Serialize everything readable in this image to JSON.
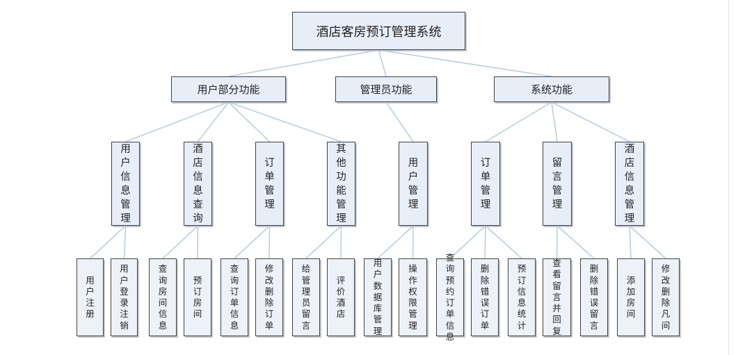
{
  "diagram": {
    "root": {
      "id": "root",
      "label": "酒店客房预订管理系统"
    },
    "level1": [
      {
        "id": "user",
        "label": "用户部分功能"
      },
      {
        "id": "admin",
        "label": "管理员功能"
      },
      {
        "id": "system",
        "label": "系统功能"
      }
    ],
    "level2": [
      {
        "id": "u1",
        "parent": "user",
        "label": "用户信息管理"
      },
      {
        "id": "u2",
        "parent": "user",
        "label": "酒店信息查询"
      },
      {
        "id": "u3",
        "parent": "user",
        "label": "订单管理"
      },
      {
        "id": "u4",
        "parent": "user",
        "label": "其他功能管理"
      },
      {
        "id": "a1",
        "parent": "admin",
        "label": "用户管理"
      },
      {
        "id": "s1",
        "parent": "system",
        "label": "订单管理"
      },
      {
        "id": "s2",
        "parent": "system",
        "label": "留言管理"
      },
      {
        "id": "s3",
        "parent": "system",
        "label": "酒店信息管理"
      }
    ],
    "level3": [
      {
        "id": "l1",
        "parent": "u1",
        "label": "用户注册"
      },
      {
        "id": "l2",
        "parent": "u1",
        "label": "用户登录注销"
      },
      {
        "id": "l3",
        "parent": "u2",
        "label": "查询房间信息"
      },
      {
        "id": "l4",
        "parent": "u2",
        "label": "预订房间"
      },
      {
        "id": "l5",
        "parent": "u3",
        "label": "查询订单信息"
      },
      {
        "id": "l6",
        "parent": "u3",
        "label": "修改删除订单"
      },
      {
        "id": "l7",
        "parent": "u4",
        "label": "给管理员留言"
      },
      {
        "id": "l8",
        "parent": "u4",
        "label": "评价酒店"
      },
      {
        "id": "l9",
        "parent": "a1",
        "label": "用户数据库管理"
      },
      {
        "id": "l10",
        "parent": "a1",
        "label": "操作权限管理"
      },
      {
        "id": "l11",
        "parent": "s1",
        "label": "查询预约订单信息"
      },
      {
        "id": "l12",
        "parent": "s1",
        "label": "删除错误订单"
      },
      {
        "id": "l13",
        "parent": "s1",
        "label": "预订信息统计"
      },
      {
        "id": "l14",
        "parent": "s2",
        "label": "查看留言并回复"
      },
      {
        "id": "l15",
        "parent": "s2",
        "label": "删除错误留言"
      },
      {
        "id": "l16",
        "parent": "s3",
        "label": "添加房间"
      },
      {
        "id": "l17",
        "parent": "s3",
        "label": "修改删除凡间"
      }
    ]
  }
}
